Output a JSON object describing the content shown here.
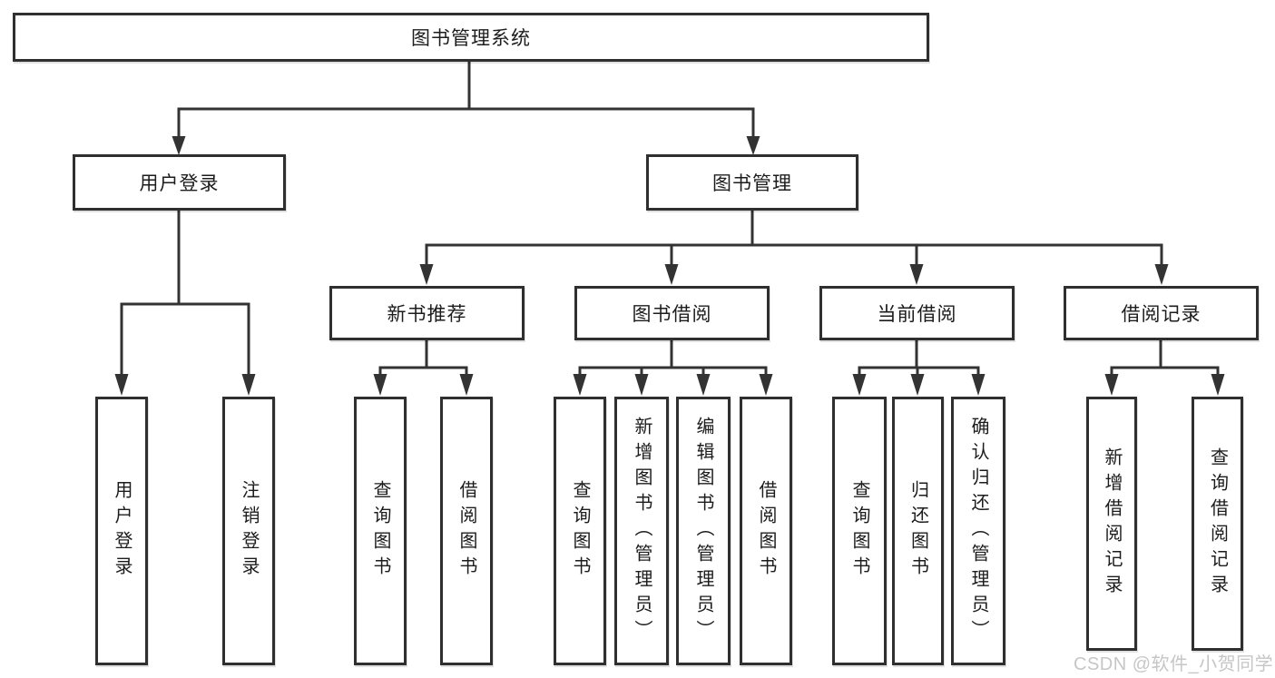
{
  "diagram": {
    "root": {
      "label": "图书管理系统"
    },
    "level2": [
      {
        "label": "用户登录"
      },
      {
        "label": "图书管理"
      }
    ],
    "level3": [
      {
        "label": "新书推荐"
      },
      {
        "label": "图书借阅"
      },
      {
        "label": "当前借阅"
      },
      {
        "label": "借阅记录"
      }
    ],
    "leaves": {
      "user_login": [
        "用户登录",
        "注销登录"
      ],
      "new_book": [
        "查询图书",
        "借阅图书"
      ],
      "book_borrow": [
        "查询图书",
        "新增图书（管理员）",
        "编辑图书（管理员）",
        "借阅图书"
      ],
      "current_borrow": [
        "查询图书",
        "归还图书",
        "确认归还（管理员）"
      ],
      "borrow_records": [
        "新增借阅记录",
        "查询借阅记录"
      ]
    },
    "colors": {
      "line": "#333333",
      "border": "#2f2f2f",
      "text": "#1c1c1c",
      "background": "#ffffff",
      "watermark": "#c6c6c6"
    }
  },
  "watermark": {
    "text": "CSDN @软件_小贺同学"
  }
}
